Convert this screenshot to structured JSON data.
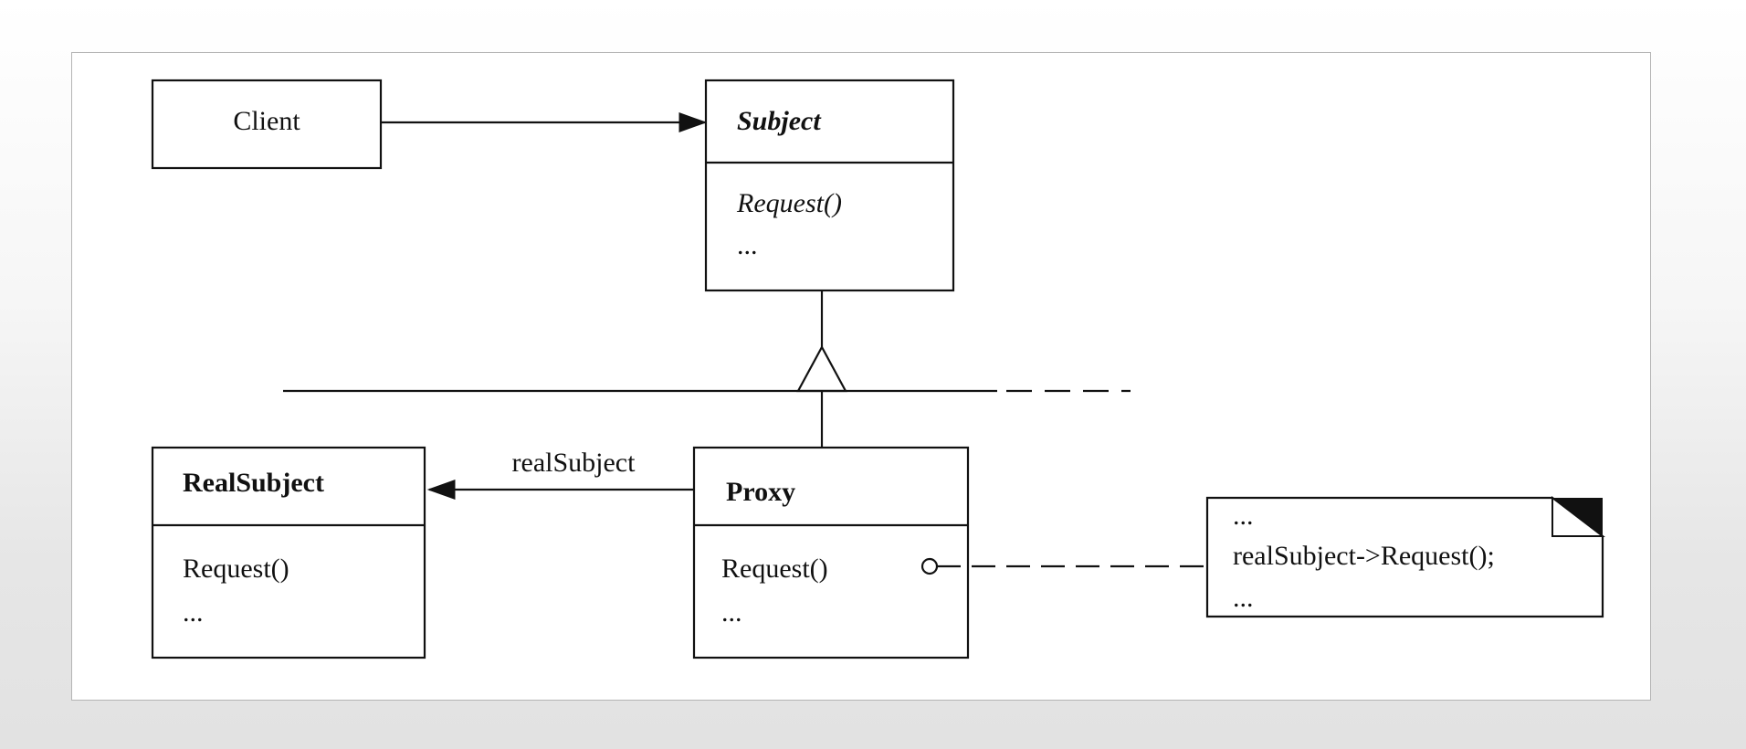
{
  "diagram": {
    "classes": {
      "client": {
        "name": "Client"
      },
      "subject": {
        "name": "Subject",
        "operations": [
          "Request()",
          "..."
        ]
      },
      "real_subject": {
        "name": "RealSubject",
        "operations": [
          "Request()",
          "..."
        ]
      },
      "proxy": {
        "name": "Proxy",
        "operations": [
          "Request()",
          "..."
        ]
      }
    },
    "associations": {
      "real_subject_label": "realSubject"
    },
    "note": {
      "lines": [
        "...",
        "realSubject->Request();",
        "..."
      ]
    }
  }
}
